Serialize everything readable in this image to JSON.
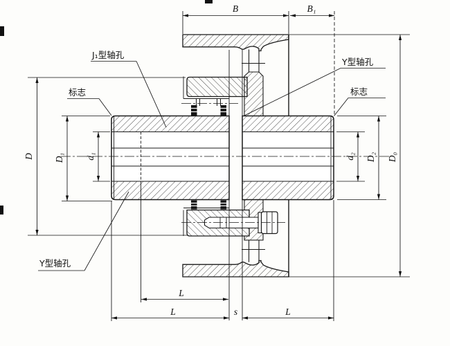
{
  "drawing": {
    "type": "engineering-section-drawing",
    "subject": "pin coupling cross-section with brake-drum flange, two half couplings on a shared axis",
    "colors": {
      "line": "#1a1a1a",
      "background": "#fbfbf9",
      "hatch": "#2a2a2a"
    },
    "callouts": {
      "j1_hole": "J₁型轴孔",
      "mark_left": "标志",
      "y_hole_right": "Y型轴孔",
      "mark_right": "标志",
      "y_hole_bottom": "Y型轴孔"
    },
    "dims": {
      "B": "B",
      "B1": "B₁",
      "D": "D",
      "D1": "D₁",
      "d1": "d₁",
      "d2": "d₂",
      "D2": "D₂",
      "D0": "D₀",
      "L_j1": "L",
      "L_left": "L",
      "s": "s",
      "L_right": "L"
    }
  }
}
